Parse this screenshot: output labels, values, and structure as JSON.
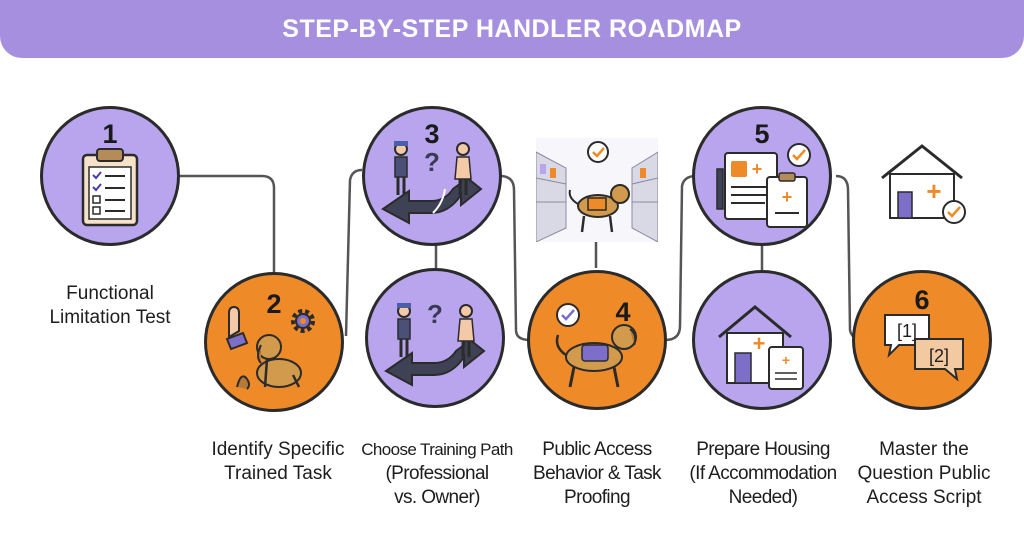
{
  "title": "STEP-BY-STEP HANDLER ROADMAP",
  "colors": {
    "banner": "#a78fe0",
    "purple": "#b8a5ee",
    "orange": "#ee8a28",
    "outline": "#2b2b2b",
    "line": "#555555"
  },
  "steps": [
    {
      "number": "1",
      "label_lines": [
        "Functional",
        "Limitation Test"
      ],
      "icon": "clipboard-checklist-icon"
    },
    {
      "number": "2",
      "label_lines": [
        "Identify Specific",
        "Trained Task"
      ],
      "icon": "hand-dog-gear-icon"
    },
    {
      "number": "3",
      "label_lines": [
        "Choose Training Path",
        "(Professional",
        "vs. Owner)"
      ],
      "icon": "crossroads-people-icon"
    },
    {
      "number": "4",
      "label_lines": [
        "Public Access",
        "Behavior & Task",
        "Proofing"
      ],
      "icon": "service-dog-vest-icon"
    },
    {
      "number": "5",
      "label_lines": [
        "Prepare Housing",
        "(If Accommodation",
        "Needed)"
      ],
      "icon": "documents-icon"
    },
    {
      "number": "6",
      "label_lines": [
        "Master the",
        "Question Public",
        "Access Script"
      ],
      "icon": "speech-bubbles-icon"
    }
  ],
  "bubble_text": [
    "[1]",
    "[2]"
  ],
  "question_mark": "?",
  "cross_symbol": "+"
}
